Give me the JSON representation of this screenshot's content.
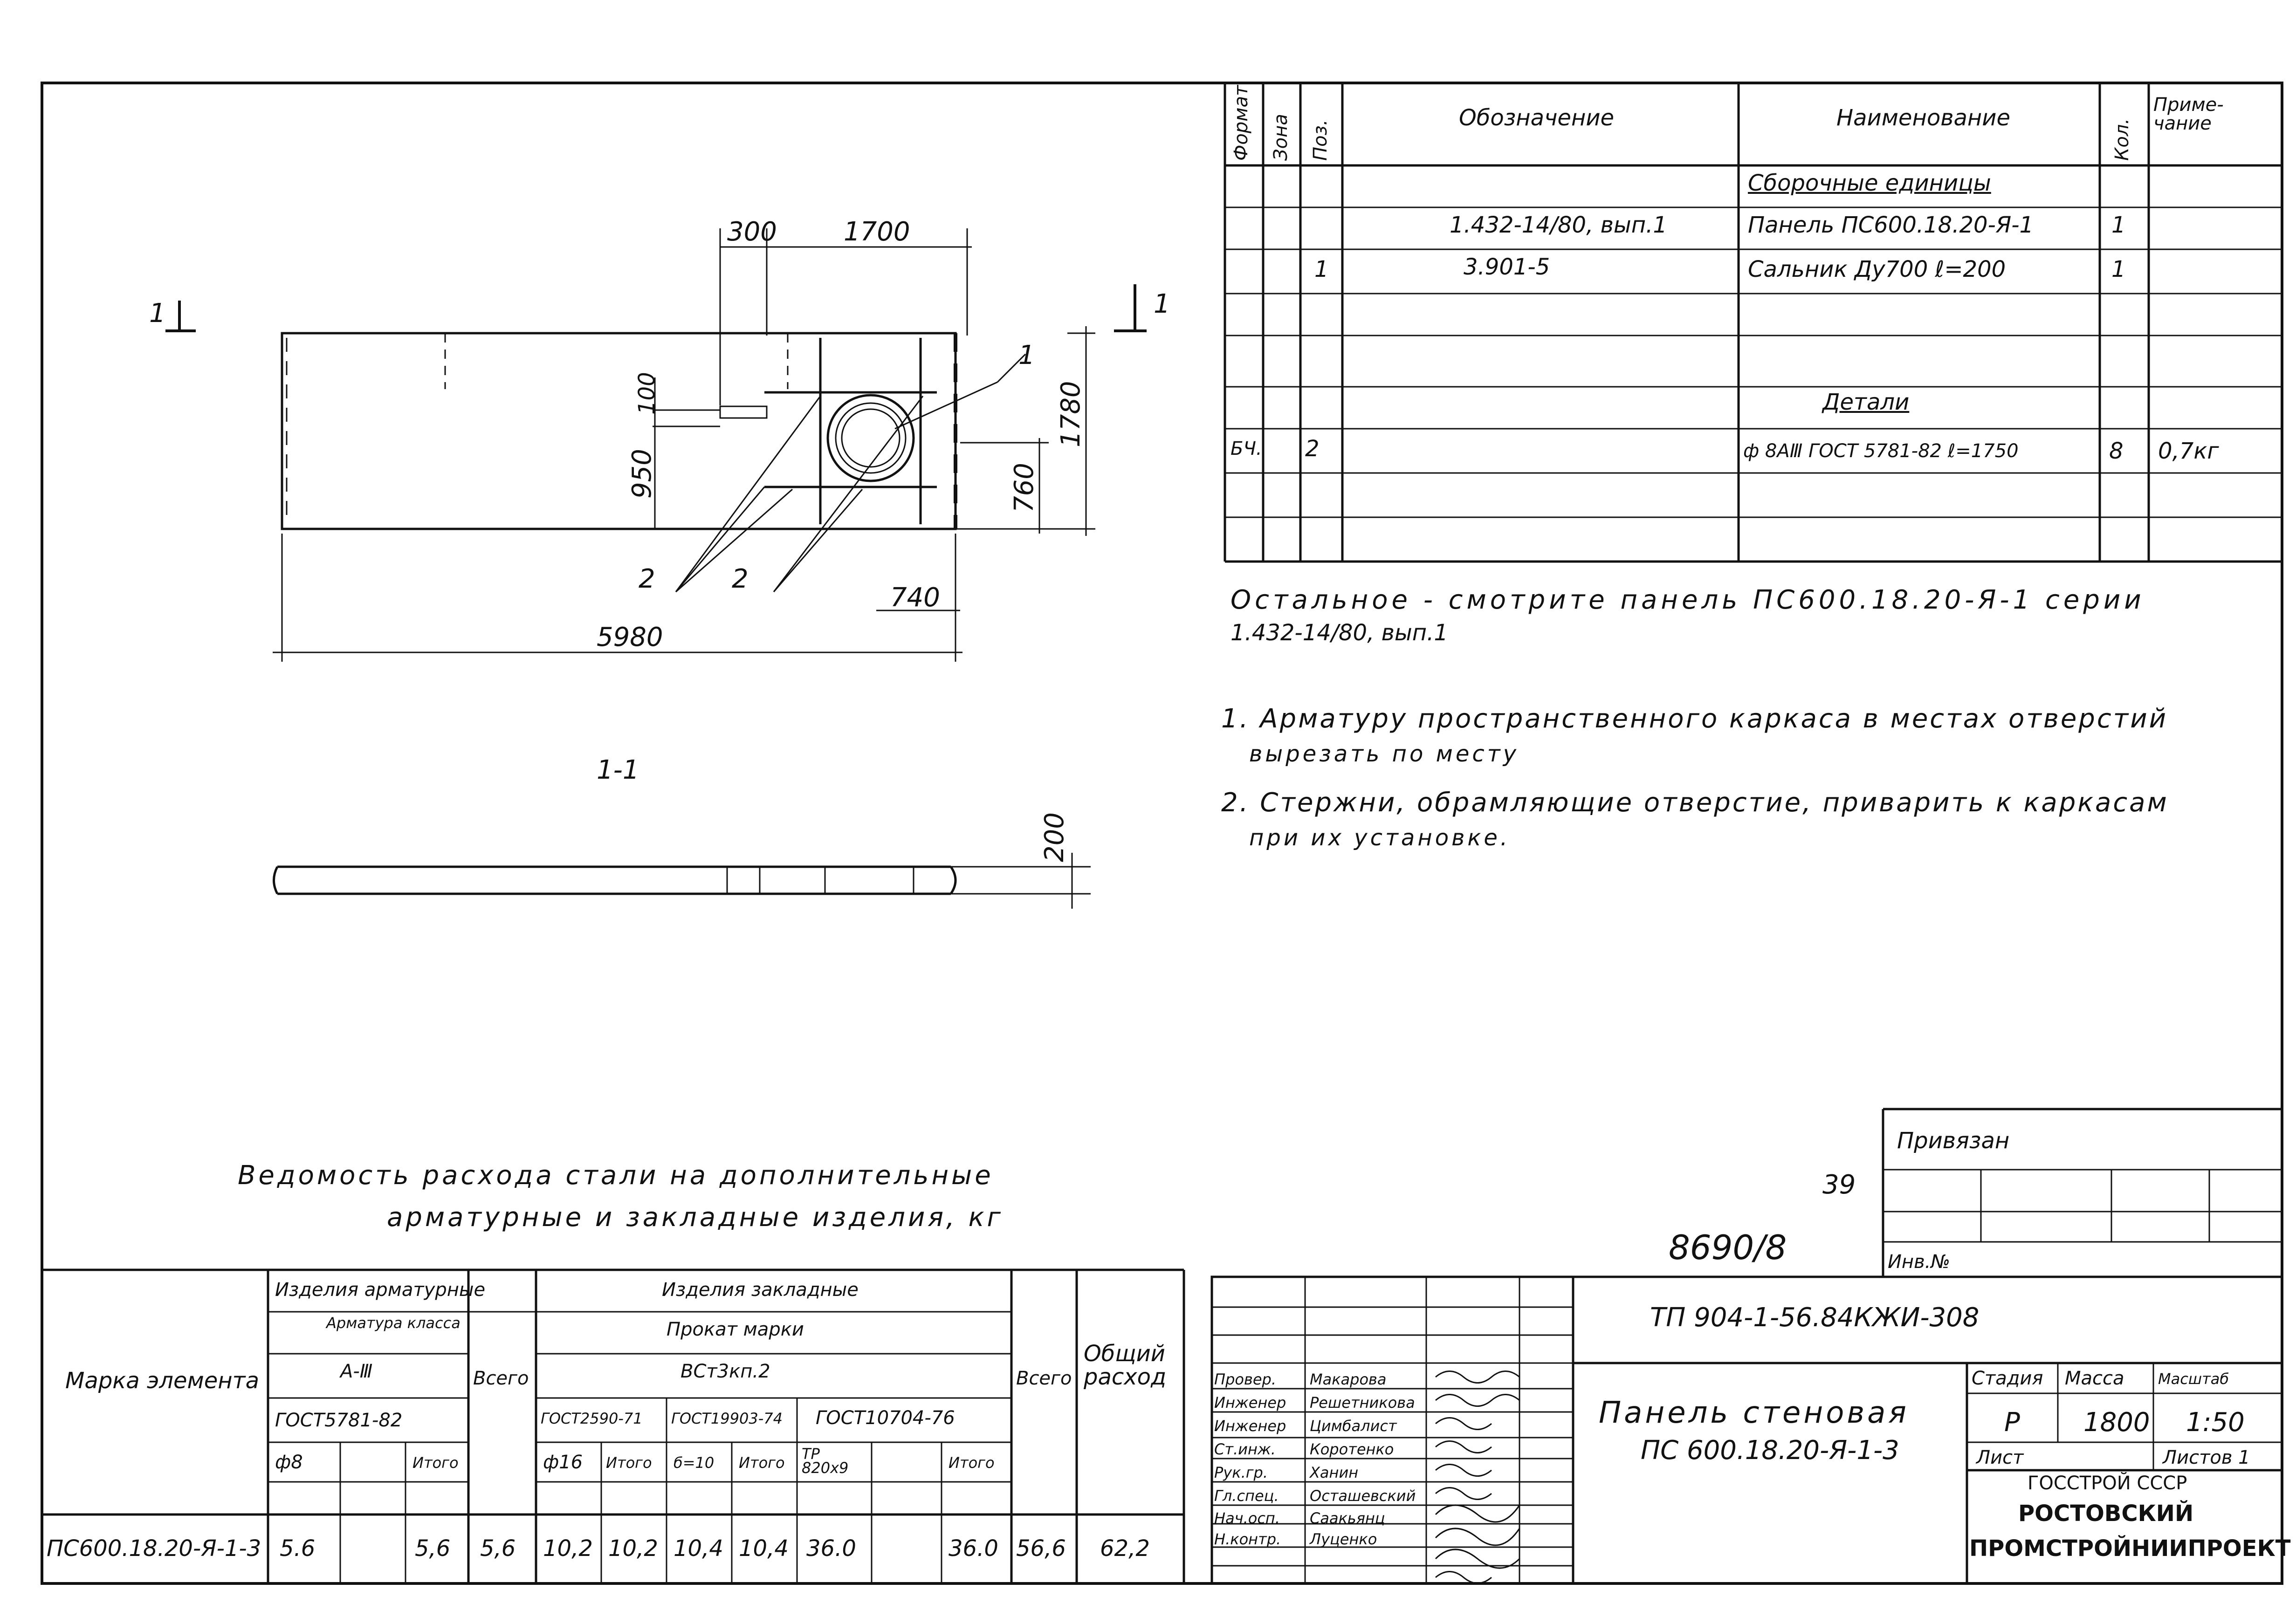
{
  "spec_table": {
    "headers": {
      "format": "Формат",
      "zone": "Зона",
      "pos": "Поз.",
      "designation": "Обозначение",
      "name": "Наименование",
      "qty": "Кол.",
      "note": "Приме-чание"
    },
    "rows": [
      {
        "format": "",
        "zone": "",
        "pos": "",
        "designation": "",
        "name": "Сборочные единицы",
        "qty": "",
        "note": ""
      },
      {
        "format": "",
        "zone": "",
        "pos": "",
        "designation": "1.432-14/80, вып.1",
        "name": "Панель ПС600.18.20-Я-1",
        "qty": "1",
        "note": ""
      },
      {
        "format": "",
        "zone": "",
        "pos": "1",
        "designation": "3.901-5",
        "name": "Сальник Ду700 ℓ=200",
        "qty": "1",
        "note": ""
      },
      {
        "format": "",
        "zone": "",
        "pos": "",
        "designation": "",
        "name": "",
        "qty": "",
        "note": ""
      },
      {
        "format": "",
        "zone": "",
        "pos": "",
        "designation": "",
        "name": "",
        "qty": "",
        "note": ""
      },
      {
        "format": "",
        "zone": "",
        "pos": "",
        "designation": "",
        "name": "Детали",
        "qty": "",
        "note": ""
      },
      {
        "format": "БЧ.",
        "zone": "",
        "pos": "2",
        "designation": "",
        "name": "ф 8АⅢ ГОСТ 5781-82 ℓ=1750",
        "qty": "8",
        "note": "0,7кг"
      },
      {
        "format": "",
        "zone": "",
        "pos": "",
        "designation": "",
        "name": "",
        "qty": "",
        "note": ""
      },
      {
        "format": "",
        "zone": "",
        "pos": "",
        "designation": "",
        "name": "",
        "qty": "",
        "note": ""
      }
    ]
  },
  "notes": {
    "rest": "Остальное - смотрите панель ПС600.18.20-Я-1 серии",
    "rest2": "1.432-14/80, вып.1",
    "n1a": "1. Арматуру пространственного каркаса в местах отверстий",
    "n1b": "вырезать по месту",
    "n2a": "2. Стержни, обрамляющие отверстие, приварить к каркасам",
    "n2b": "при их установке."
  },
  "drawing": {
    "dim_300": "300",
    "dim_1700": "1700",
    "dim_100": "100",
    "dim_950": "950",
    "dim_1780": "1780",
    "dim_760": "760",
    "dim_740": "740",
    "dim_5980": "5980",
    "dim_200": "200",
    "mark_1": "1",
    "mark_2a": "2",
    "mark_2b": "2",
    "cut_left": "1",
    "cut_right": "1",
    "section": "1-1"
  },
  "steel_title_1": "Ведомость расхода стали на дополнительные",
  "steel_title_2": "арматурные и закладные изделия, кг",
  "steel_table": {
    "h_element": "Марка элемента",
    "h_armat": "Изделия арматурные",
    "h_armat_class": "Арматура класса",
    "h_a3": "А-Ⅲ",
    "h_gost5781": "ГОСТ5781-82",
    "h_f8": "ф8",
    "h_itogo1": "Итого",
    "h_vsego1": "Всего",
    "h_zaklad": "Изделия закладные",
    "h_prokat": "Прокат марки",
    "h_vst3": "ВСт3кп.2",
    "h_gost2590": "ГОСТ2590-71",
    "h_gost19903": "ГОСТ19903-74",
    "h_gost10704": "ГОСТ10704-76",
    "h_f16": "ф16",
    "h_itogo2": "Итого",
    "h_d10": "б=10",
    "h_itogo3": "Итого",
    "h_tr": "ТР 820х9",
    "h_itogo4": "Итого",
    "h_vsego2": "Всего",
    "h_total": "Общий расход",
    "row": {
      "element": "ПС600.18.20-Я-1-3",
      "f8": "5.6",
      "itogo1": "5,6",
      "vsego1": "5,6",
      "f16": "10,2",
      "itogo2": "10,2",
      "d10": "10,4",
      "itogo3": "10,4",
      "tr": "36.0",
      "itogo4": "36.0",
      "vsego2": "56,6",
      "total": "62,2"
    }
  },
  "stamp": {
    "privyazan": "Привязан",
    "inv": "Инв.№",
    "page_no": "39",
    "reg_no": "8690/8",
    "code": "ТП 904-1-56.84КЖИ-308",
    "title1": "Панель стеновая",
    "title2": "ПС 600.18.20-Я-1-3",
    "stage_h": "Стадия",
    "mass_h": "Масса",
    "scale_h": "Масштаб",
    "stage": "Р",
    "mass": "1800",
    "scale": "1:50",
    "sheet_h": "Лист",
    "sheets_h": "Листов 1",
    "org1": "ГОССТРОЙ СССР",
    "org2": "РОСТОВСКИЙ",
    "org3": "ПРОМСТРОЙНИИПРОЕКТ",
    "signers": [
      {
        "role": "Провер.",
        "name": "Макарова"
      },
      {
        "role": "Инженер",
        "name": "Решетникова"
      },
      {
        "role": "Инженер",
        "name": "Цимбалист"
      },
      {
        "role": "Ст.инж.",
        "name": "Коротенко"
      },
      {
        "role": "Рук.гр.",
        "name": "Ханин"
      },
      {
        "role": "Гл.спец.",
        "name": "Осташевский"
      },
      {
        "role": "Нач.осп.",
        "name": "Саакьянц"
      },
      {
        "role": "Н.контр.",
        "name": "Луценко"
      }
    ]
  }
}
